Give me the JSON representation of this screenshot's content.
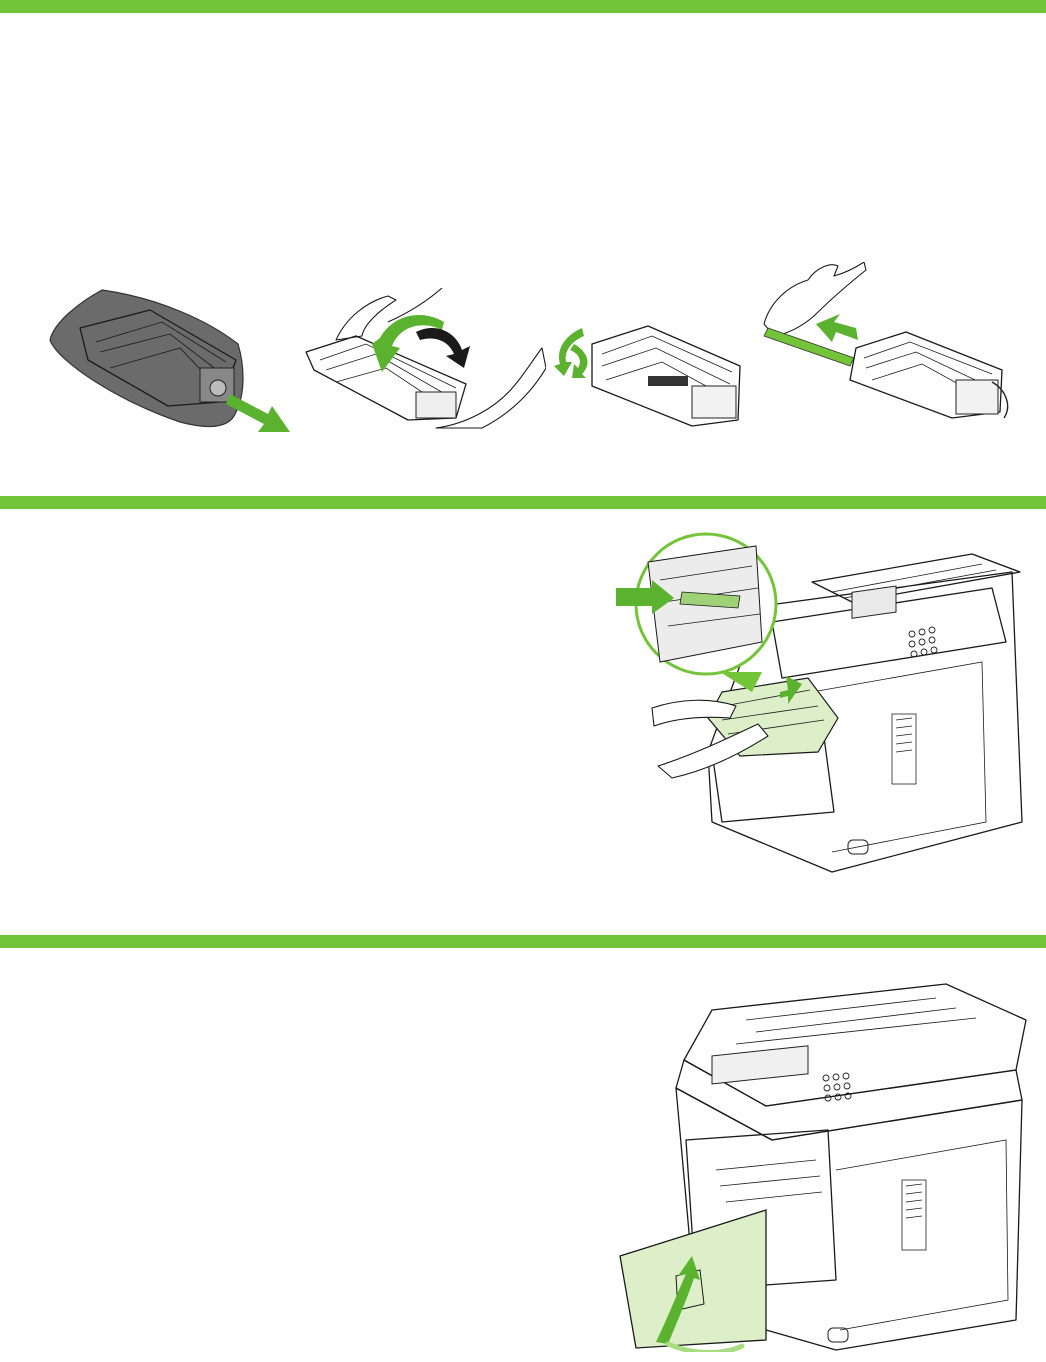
{
  "colors": {
    "band": "#74c43a",
    "arrow": "#5ab22e",
    "highlight_fill": "#dcefc8",
    "bag": "#6b6b6b"
  },
  "steps": [
    {
      "name": "unpack-cartridge",
      "panels": [
        "remove-from-bag",
        "rock-cartridge",
        "rotate-cartridge",
        "pull-sealing-tape"
      ]
    },
    {
      "name": "insert-cartridge"
    },
    {
      "name": "close-front-door"
    }
  ]
}
